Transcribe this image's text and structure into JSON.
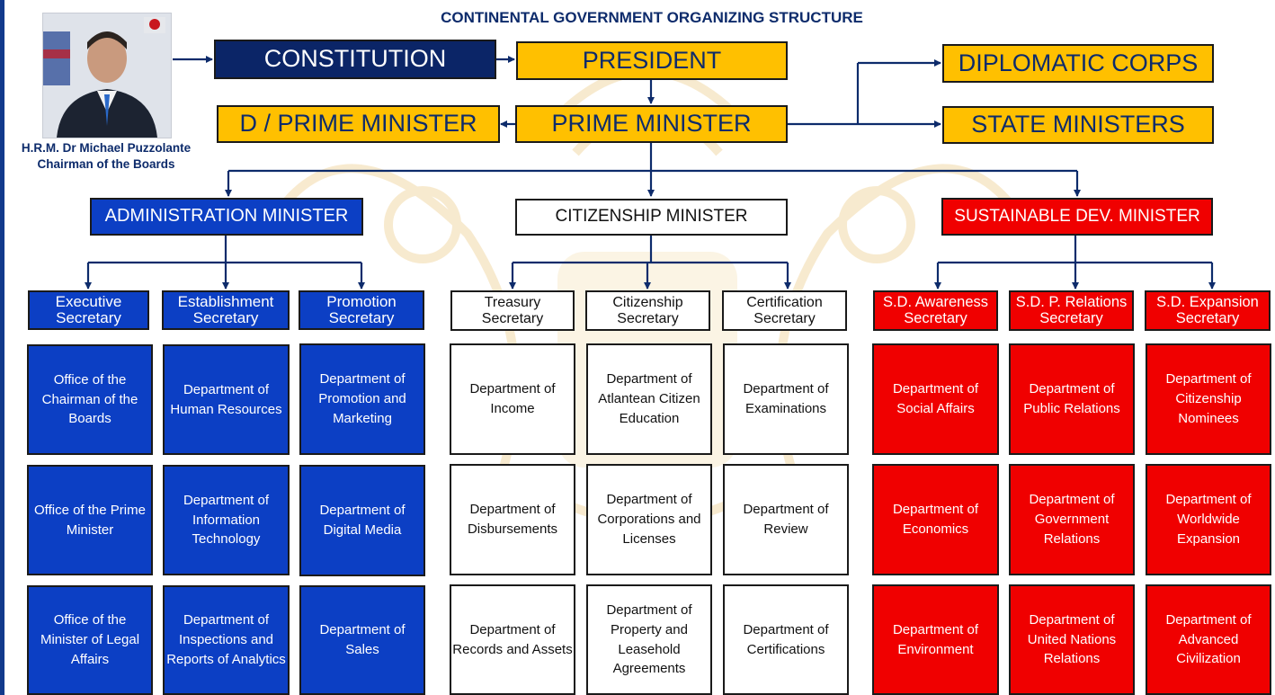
{
  "header": {
    "title": "CONTINENTAL GOVERNMENT ORGANIZING STRUCTURE"
  },
  "chairman": {
    "name": "H.R.M. Dr Michael Puzzolante",
    "role": "Chairman of the Boards"
  },
  "top": {
    "constitution": "CONSTITUTION",
    "president": "PRESIDENT",
    "prime_minister": "PRIME MINISTER",
    "deputy_prime_minister": "D / PRIME MINISTER",
    "diplomatic_corps": "DIPLOMATIC CORPS",
    "state_ministers": "STATE MINISTERS"
  },
  "ministers": [
    {
      "label": "ADMINISTRATION MINISTER",
      "color": "#0c3fc4",
      "secretaries": [
        {
          "label": "Executive Secretary",
          "departments": [
            "Office of the Chairman of the Boards",
            "Office of the Prime Minister",
            "Office of the Minister of Legal Affairs"
          ]
        },
        {
          "label": "Establishment Secretary",
          "departments": [
            "Department of Human Resources",
            "Department of Information Technology",
            "Department of Inspections and Reports of Analytics"
          ]
        },
        {
          "label": "Promotion Secretary",
          "departments": [
            "Department of Promotion and Marketing",
            "Department of Digital Media",
            "Department of Sales"
          ]
        }
      ]
    },
    {
      "label": "CITIZENSHIP MINISTER",
      "color": "#ffffff",
      "secretaries": [
        {
          "label": "Treasury Secretary",
          "departments": [
            "Department of Income",
            "Department of Disbursements",
            "Department of Records and Assets"
          ]
        },
        {
          "label": "Citizenship Secretary",
          "departments": [
            "Department of Atlantean Citizen Education",
            "Department of Corporations and Licenses",
            "Department of Property and Leasehold Agreements"
          ]
        },
        {
          "label": "Certification Secretary",
          "departments": [
            "Department of Examinations",
            "Department of Review",
            "Department of Certifications"
          ]
        }
      ]
    },
    {
      "label": "SUSTAINABLE DEV. MINISTER",
      "color": "#f00000",
      "secretaries": [
        {
          "label": "S.D. Awareness Secretary",
          "departments": [
            "Department of Social Affairs",
            "Department of Economics",
            "Department of Environment"
          ]
        },
        {
          "label": "S.D. P. Relations Secretary",
          "departments": [
            "Department of Public Relations",
            "Department of Government Relations",
            "Department of United Nations Relations"
          ]
        },
        {
          "label": "S.D. Expansion Secretary",
          "departments": [
            "Department of Citizenship Nominees",
            "Department of Worldwide Expansion",
            "Department of Advanced Civilization"
          ]
        }
      ]
    }
  ]
}
